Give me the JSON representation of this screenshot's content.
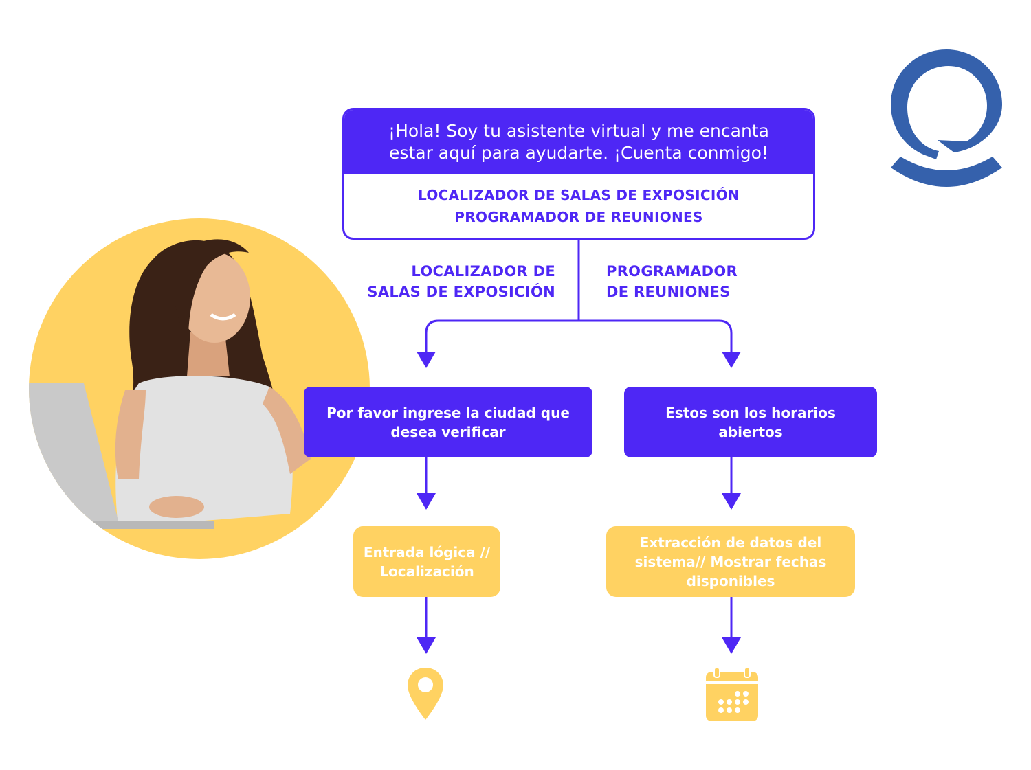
{
  "greeting": {
    "text": "¡Hola! Soy tu asistente virtual y me encanta estar aquí para ayudarte. ¡Cuenta conmigo!",
    "options": [
      "LOCALIZADOR DE SALAS DE EXPOSICIÓN",
      "PROGRAMADOR DE REUNIONES"
    ]
  },
  "branches": {
    "left": {
      "line1": "LOCALIZADOR DE",
      "line2": "SALAS DE EXPOSICIÓN"
    },
    "right": {
      "line1": "PROGRAMADOR",
      "line2": "DE REUNIONES"
    }
  },
  "steps": {
    "left": "Por favor ingrese la ciudad que desea verificar",
    "right": "Estos son los horarios abiertos"
  },
  "system": {
    "left": "Entrada lógica // Localización",
    "right": "Extracción de datos del sistema// Mostrar fechas disponibles"
  },
  "icons": {
    "brand": "chat-bubble-logo-icon",
    "left_end": "location-pin-icon",
    "right_end": "calendar-icon",
    "person": "woman-with-laptop-photo"
  },
  "colors": {
    "primary": "#4E27F5",
    "accent": "#FFD262",
    "brand": "#3561AC",
    "circle": "#FFD262"
  }
}
